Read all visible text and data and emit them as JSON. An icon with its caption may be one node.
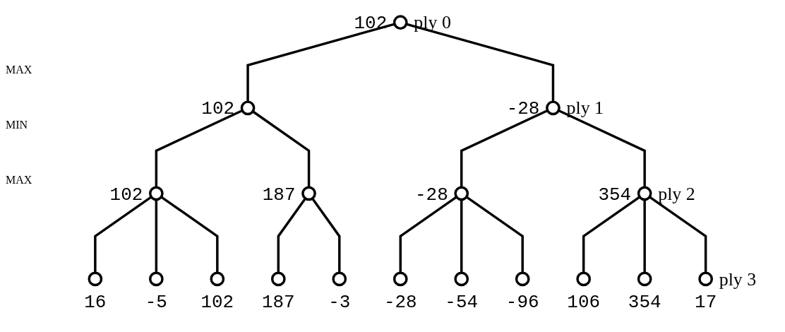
{
  "diagram": {
    "nodes": [
      {
        "text": [],
        "shape": "circle",
        "beside": [
          "102",
          "ply 0"
        ]
      },
      {
        "text": [],
        "shape": "circle",
        "beside": [
          "102"
        ]
      },
      {
        "text": [],
        "shape": "circle",
        "beside": [
          "-28",
          "ply 1"
        ]
      },
      {
        "text": [],
        "shape": "circle",
        "beside": [
          "102"
        ]
      },
      {
        "text": [],
        "shape": "circle",
        "beside": [
          "187"
        ]
      },
      {
        "text": [],
        "shape": "circle",
        "beside": [
          "-28"
        ]
      },
      {
        "text": [],
        "shape": "circle",
        "beside": [
          "354",
          "ply 2"
        ]
      },
      {
        "text": [],
        "shape": "circle",
        "beside": [
          "16"
        ]
      },
      {
        "text": [],
        "shape": "circle",
        "beside": [
          "-5"
        ]
      },
      {
        "text": [],
        "shape": "circle",
        "beside": [
          "102"
        ]
      },
      {
        "text": [],
        "shape": "circle",
        "beside": [
          "187"
        ]
      },
      {
        "text": [],
        "shape": "circle",
        "beside": [
          "-3"
        ]
      },
      {
        "text": [],
        "shape": "circle",
        "beside": [
          "-28"
        ]
      },
      {
        "text": [],
        "shape": "circle",
        "beside": [
          "-54"
        ]
      },
      {
        "text": [],
        "shape": "circle",
        "beside": [
          "-96"
        ]
      },
      {
        "text": [],
        "shape": "circle",
        "beside": [
          "106"
        ]
      },
      {
        "text": [],
        "shape": "circle",
        "beside": [
          "354"
        ]
      },
      {
        "text": [],
        "shape": "circle",
        "beside": [
          "17",
          "ply 3"
        ]
      }
    ],
    "edges": [
      {
        "from": 0,
        "to": 1,
        "arrow": "none"
      },
      {
        "from": 0,
        "to": 2,
        "arrow": "none"
      },
      {
        "from": 1,
        "to": 3,
        "arrow": "none"
      },
      {
        "from": 1,
        "to": 4,
        "arrow": "none"
      },
      {
        "from": 2,
        "to": 5,
        "arrow": "none"
      },
      {
        "from": 2,
        "to": 6,
        "arrow": "none"
      },
      {
        "from": 3,
        "to": 7,
        "arrow": "none"
      },
      {
        "from": 3,
        "to": 8,
        "arrow": "none"
      },
      {
        "from": 3,
        "to": 9,
        "arrow": "none"
      },
      {
        "from": 4,
        "to": 10,
        "arrow": "none"
      },
      {
        "from": 4,
        "to": 11,
        "arrow": "none"
      },
      {
        "from": 5,
        "to": 12,
        "arrow": "none"
      },
      {
        "from": 5,
        "to": 13,
        "arrow": "none"
      },
      {
        "from": 5,
        "to": 14,
        "arrow": "none"
      },
      {
        "from": 6,
        "to": 15,
        "arrow": "none"
      },
      {
        "from": 6,
        "to": 16,
        "arrow": "none"
      },
      {
        "from": 6,
        "to": 17,
        "arrow": "none"
      }
    ],
    "labels": [
      "MAX",
      "MIN",
      "MAX"
    ]
  }
}
